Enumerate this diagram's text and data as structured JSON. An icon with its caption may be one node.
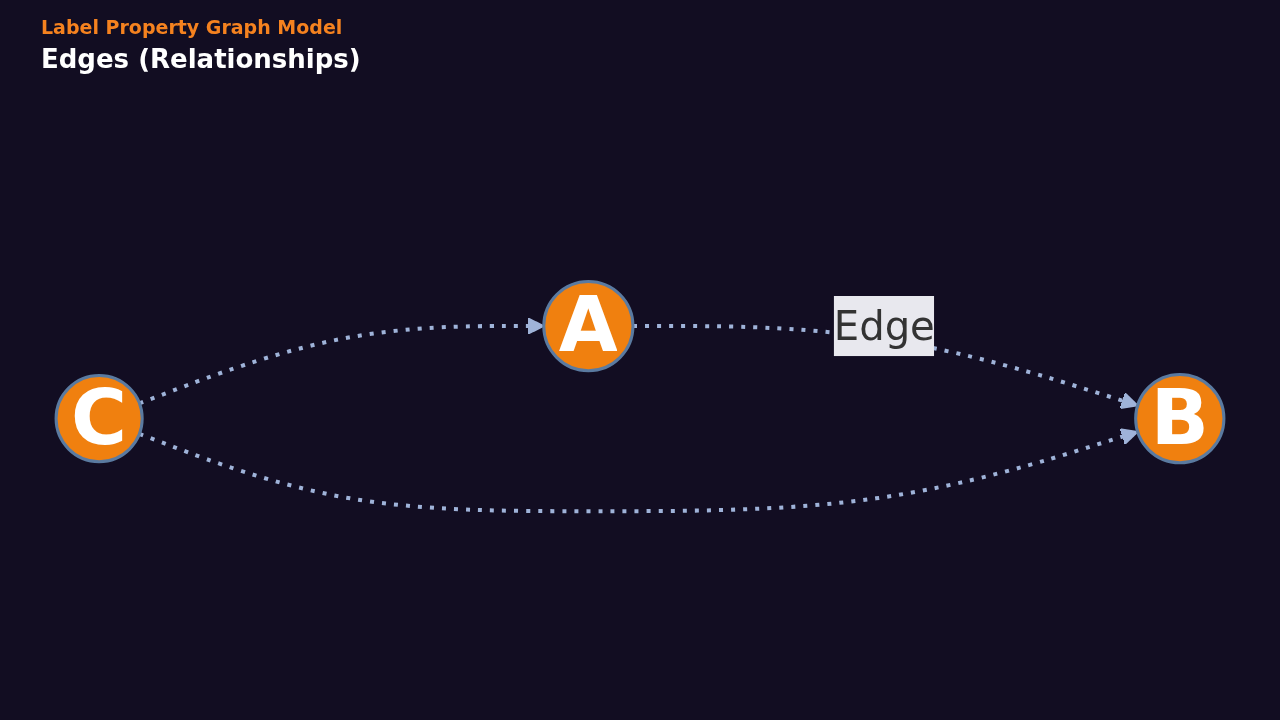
{
  "diagram": {
    "title": "Edges (Relationships)",
    "nodes": [
      {
        "text": [
          "A"
        ]
      },
      {
        "text": [
          "B"
        ]
      },
      {
        "text": [
          "C"
        ]
      }
    ],
    "edges": [
      {
        "from": 0,
        "to": 1,
        "arrow": "to",
        "label": "Edge",
        "style": "dashed"
      },
      {
        "from": 2,
        "to": 0,
        "arrow": "to",
        "style": "dashed"
      },
      {
        "from": 2,
        "to": 1,
        "arrow": "to",
        "style": "dashed"
      }
    ],
    "labels": [
      "Label Property Graph Model"
    ]
  }
}
